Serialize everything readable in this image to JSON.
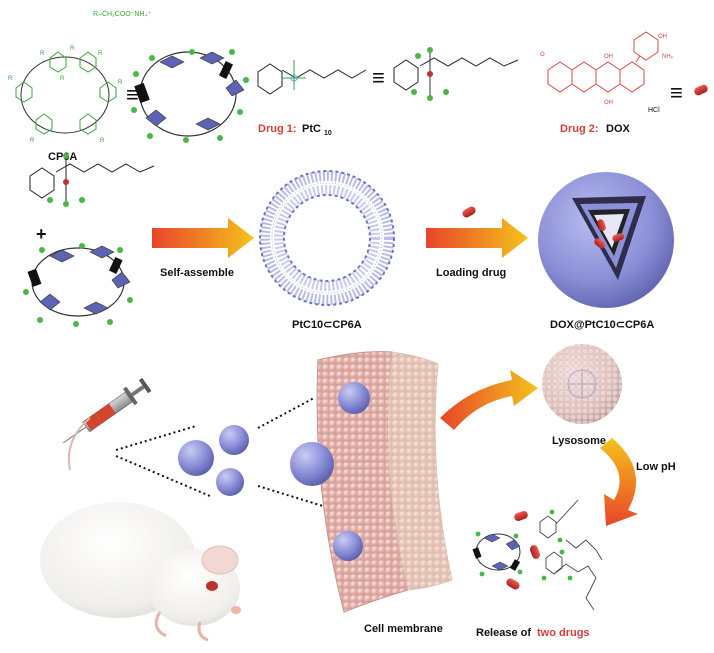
{
  "labels": {
    "cp6a": "CP6A",
    "drug1_prefix": "Drug 1:",
    "drug1_name": "PtC",
    "drug1_sub": "10",
    "drug2_prefix": "Drug 2:",
    "drug2_name": "DOX",
    "self_assemble": "Self-assemble",
    "loading_drug": "Loading drug",
    "vesicle": "PtC10⊂CP6A",
    "loaded_vesicle": "DOX@PtC10⊂CP6A",
    "lysosome": "Lysosome",
    "low_ph": "Low pH",
    "cell_membrane": "Cell membrane",
    "release_prefix": "Release of",
    "release_highlight": "two drugs",
    "guest_formula": "R–CH₂COO⁻NH₄⁺",
    "hcl": "HCl",
    "equiv": "≡"
  },
  "colors": {
    "highlight_red": "#d43c3c",
    "chem_green": "#3aa53a",
    "arrow_start": "#e8452a",
    "arrow_end": "#f5c21c",
    "vesicle_blue": "#8c90d8",
    "membrane_pink": "#e6b3ad",
    "drug_red": "#c0312f",
    "pillar_blue": "#5c63b5"
  }
}
